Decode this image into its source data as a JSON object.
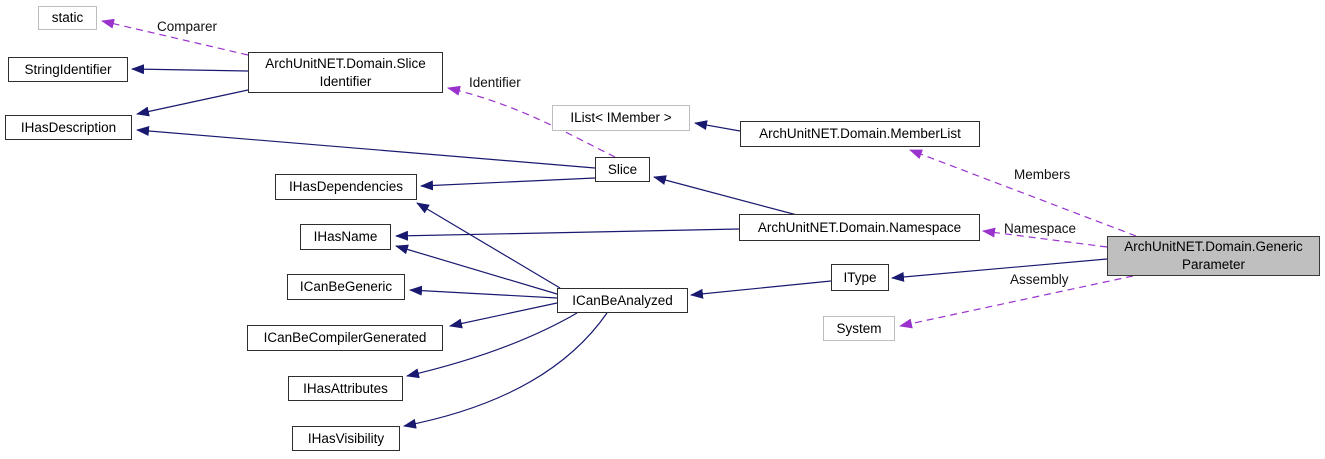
{
  "diagram": {
    "kind": "collaboration-graph",
    "main_class": "ArchUnitNET.Domain.GenericParameter",
    "colors": {
      "solid_edge": "#191970",
      "dashed_edge": "#9a32cd",
      "node_border": "#2e2e2e",
      "external_node_border": "#bdbdbd",
      "main_node_fill": "#bfbfbf",
      "background": "#ffffff"
    },
    "nodes": {
      "static": {
        "label": "static"
      },
      "string_identifier": {
        "label": "StringIdentifier"
      },
      "ihas_description": {
        "label": "IHasDescription"
      },
      "slice_identifier": {
        "label": "ArchUnitNET.Domain.Slice\nIdentifier"
      },
      "ilist_imember": {
        "label": "IList< IMember >"
      },
      "member_list": {
        "label": "ArchUnitNET.Domain.MemberList"
      },
      "slice": {
        "label": "Slice"
      },
      "ihas_dependencies": {
        "label": "IHasDependencies"
      },
      "namespace": {
        "label": "ArchUnitNET.Domain.Namespace"
      },
      "ihas_name": {
        "label": "IHasName"
      },
      "ican_be_generic": {
        "label": "ICanBeGeneric"
      },
      "ican_be_analyzed": {
        "label": "ICanBeAnalyzed"
      },
      "itype": {
        "label": "IType"
      },
      "system": {
        "label": "System"
      },
      "ican_be_compiler_generated": {
        "label": "ICanBeCompilerGenerated"
      },
      "ihas_attributes": {
        "label": "IHasAttributes"
      },
      "ihas_visibility": {
        "label": "IHasVisibility"
      },
      "generic_parameter": {
        "label": "ArchUnitNET.Domain.Generic\nParameter"
      }
    },
    "edge_labels": {
      "comparer": "Comparer",
      "identifier": "Identifier",
      "members": "Members",
      "namespace": "Namespace",
      "assembly": "Assembly"
    }
  }
}
